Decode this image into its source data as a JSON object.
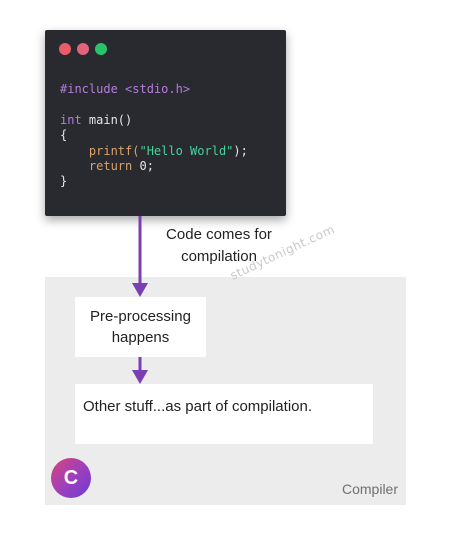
{
  "code_window": {
    "lines": [
      "#include <stdio.h>",
      "",
      "int main()",
      "{",
      "    printf(\"Hello World\");",
      "    return 0;",
      "}"
    ],
    "tokens": {
      "include": "#include <stdio.h>",
      "int": "int",
      "main": " main()",
      "open_brace": "{",
      "indent": "    ",
      "printf": "printf(",
      "string": "\"Hello World\"",
      "printf_end": ");",
      "return_kw": "return",
      "return_val": " 0;",
      "close_brace": "}"
    }
  },
  "caption": "Code comes for compilation",
  "watermark": "studytonight.com",
  "steps": {
    "preprocessing": "Pre-processing happens",
    "other": "Other stuff...as part of compilation."
  },
  "compiler_label": "Compiler",
  "logo_letter": "C",
  "colors": {
    "arrow": "#7a3fb3",
    "code_bg": "#282a2f",
    "compiler_bg": "#ececec"
  }
}
